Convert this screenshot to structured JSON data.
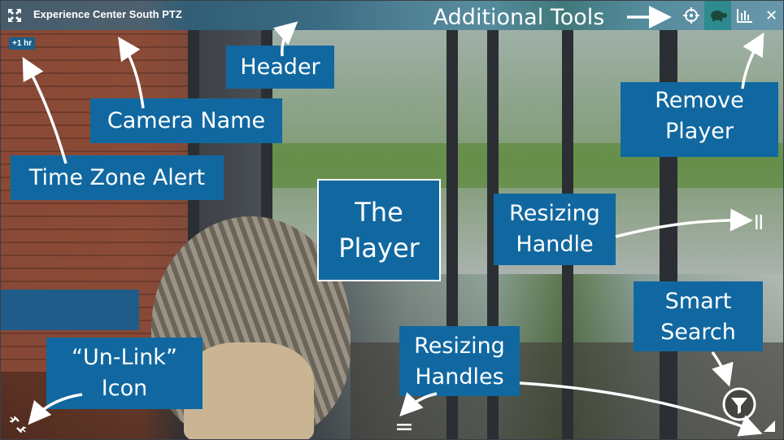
{
  "header": {
    "camera_name": "Experience Center South PTZ",
    "tools": [
      {
        "icon": "crosshair-icon"
      },
      {
        "icon": "turtle-icon"
      },
      {
        "icon": "bar-chart-icon"
      },
      {
        "icon": "close-icon",
        "label": "✕"
      }
    ]
  },
  "time_zone_badge": "+1 hr",
  "annotations": {
    "additional_tools": "Additional Tools",
    "header": "Header",
    "camera_name": "Camera Name",
    "time_zone_alert": "Time Zone Alert",
    "remove_player_line1": "Remove",
    "remove_player_line2": "Player",
    "the_player_line1": "The",
    "the_player_line2": "Player",
    "resizing_handle_line1": "Resizing",
    "resizing_handle_line2": "Handle",
    "smart_search_line1": "Smart",
    "smart_search_line2": "Search",
    "unlink_line1": "“Un-Link”",
    "unlink_line2": "Icon",
    "resizing_handles_line1": "Resizing",
    "resizing_handles_line2": "Handles"
  },
  "colors": {
    "label_bg": "#1168a0",
    "header_bg": "#2878a0",
    "turtle_bg": "#2d8a8e"
  }
}
